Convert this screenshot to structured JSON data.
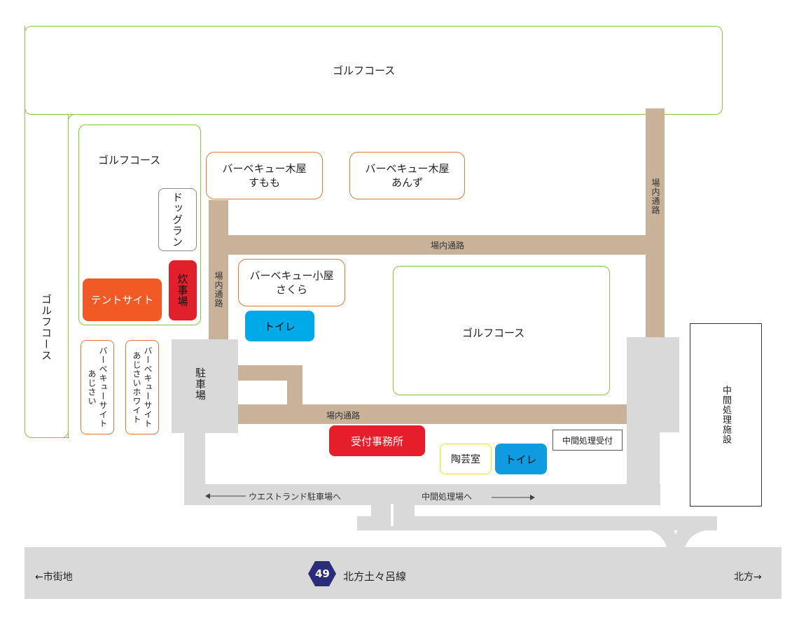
{
  "golf_courses": {
    "top": "ゴルフコース",
    "left_inner": "ゴルフコース",
    "left_outer": "ゴルフコース",
    "center": "ゴルフコース"
  },
  "facilities": {
    "bbq_sumomo": [
      "バーベキュー木屋",
      "すもも"
    ],
    "bbq_anzu": [
      "バーベキュー木屋",
      "あんず"
    ],
    "bbq_sakura": [
      "バーベキュー小屋",
      "さくら"
    ],
    "dog_run": "ドッグラン",
    "suijiba": "炊事場",
    "tent_site": "テントサイト",
    "bbq_ajisai": [
      "バーベキューサイト",
      "あじさい"
    ],
    "bbq_ajisai_white": [
      "バーベキューサイト",
      "あじさいホワイト"
    ],
    "toilet_1": "トイレ",
    "toilet_2": "トイレ",
    "parking": "駐車場",
    "reception": "受付事務所",
    "pottery": "陶芸室",
    "intermediate_reception": "中間処理受付",
    "intermediate_facility": "中間処理施設"
  },
  "roads": {
    "inner_top": "場内通路",
    "inner_left": "場内通路",
    "inner_right": "場内通路",
    "inner_bottom": "場内通路",
    "to_westland": "ウエストランド駐車場へ",
    "to_intermediate": "中間処理場へ",
    "route_number": "49",
    "route_name": "北方土々呂線",
    "to_city": "←市街地",
    "to_kitakata": "北方→"
  },
  "colors": {
    "golf_border": "#8cc63f",
    "bbq_border": "#e07b39",
    "inner_road": "#c8b29a",
    "gray_area": "#d9d9d9",
    "tent_site": "#f15a24",
    "kitchen": "#e0202a",
    "toilet": "#00a9e8",
    "toilet_dark": "#0f9be0",
    "reception": "#e61e2b",
    "pottery_border": "#f2e41b",
    "route_badge": "#2a2e7a"
  }
}
